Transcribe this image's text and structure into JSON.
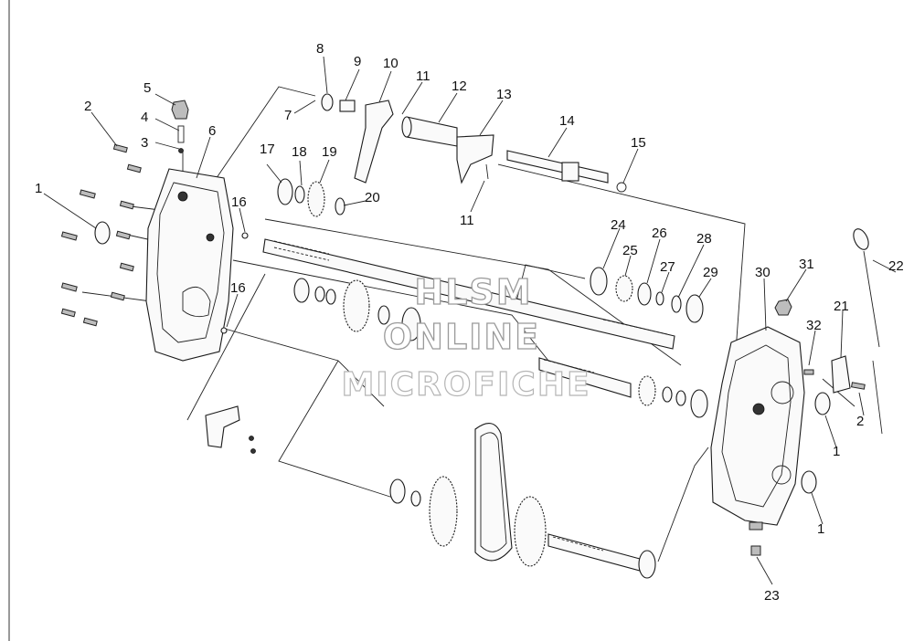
{
  "watermark": {
    "line1": "HLSM",
    "line2": "ONLINE",
    "line3": "MICROFICHE"
  },
  "callouts": [
    {
      "id": "c1a",
      "label": "1"
    },
    {
      "id": "c2a",
      "label": "2"
    },
    {
      "id": "c3",
      "label": "3"
    },
    {
      "id": "c4",
      "label": "4"
    },
    {
      "id": "c5",
      "label": "5"
    },
    {
      "id": "c6",
      "label": "6"
    },
    {
      "id": "c7",
      "label": "7"
    },
    {
      "id": "c8",
      "label": "8"
    },
    {
      "id": "c9",
      "label": "9"
    },
    {
      "id": "c10",
      "label": "10"
    },
    {
      "id": "c11a",
      "label": "11"
    },
    {
      "id": "c11b",
      "label": "11"
    },
    {
      "id": "c12",
      "label": "12"
    },
    {
      "id": "c13",
      "label": "13"
    },
    {
      "id": "c14",
      "label": "14"
    },
    {
      "id": "c15",
      "label": "15"
    },
    {
      "id": "c16a",
      "label": "16"
    },
    {
      "id": "c16b",
      "label": "16"
    },
    {
      "id": "c17",
      "label": "17"
    },
    {
      "id": "c18",
      "label": "18"
    },
    {
      "id": "c19",
      "label": "19"
    },
    {
      "id": "c20",
      "label": "20"
    },
    {
      "id": "c21",
      "label": "21"
    },
    {
      "id": "c22a",
      "label": "22"
    },
    {
      "id": "c22b",
      "label": "22"
    },
    {
      "id": "c23",
      "label": "23"
    },
    {
      "id": "c24",
      "label": "24"
    },
    {
      "id": "c25",
      "label": "25"
    },
    {
      "id": "c26",
      "label": "26"
    },
    {
      "id": "c27",
      "label": "27"
    },
    {
      "id": "c28",
      "label": "28"
    },
    {
      "id": "c29",
      "label": "29"
    },
    {
      "id": "c30",
      "label": "30"
    },
    {
      "id": "c31",
      "label": "31"
    },
    {
      "id": "c32",
      "label": "32"
    },
    {
      "id": "c2b",
      "label": "2"
    },
    {
      "id": "c1b",
      "label": "1"
    },
    {
      "id": "c1c",
      "label": "1"
    }
  ]
}
